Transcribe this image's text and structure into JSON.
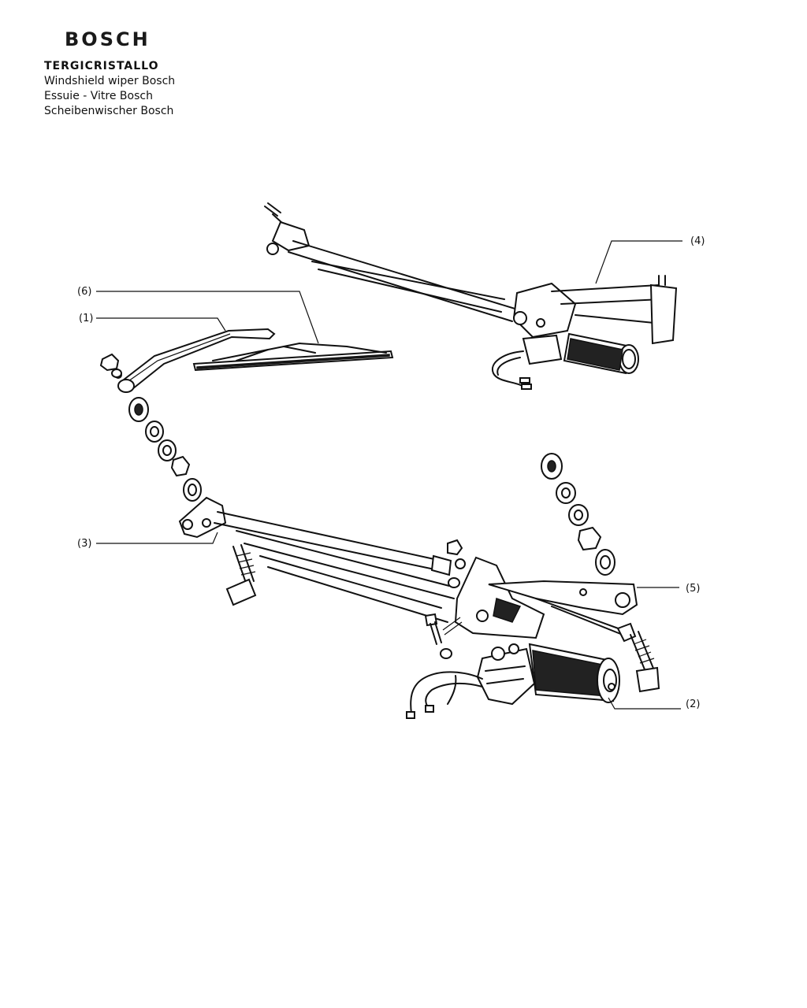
{
  "header": {
    "brand": "BOSCH",
    "title": "TERGICRISTALLO",
    "subtitles": [
      "Windshield wiper Bosch",
      "Essuie - Vitre Bosch",
      "Scheibenwischer Bosch"
    ]
  },
  "callouts": {
    "c1": "(1)",
    "c2": "(2)",
    "c3": "(3)",
    "c4": "(4)",
    "c5": "(5)",
    "c6": "(6)"
  }
}
